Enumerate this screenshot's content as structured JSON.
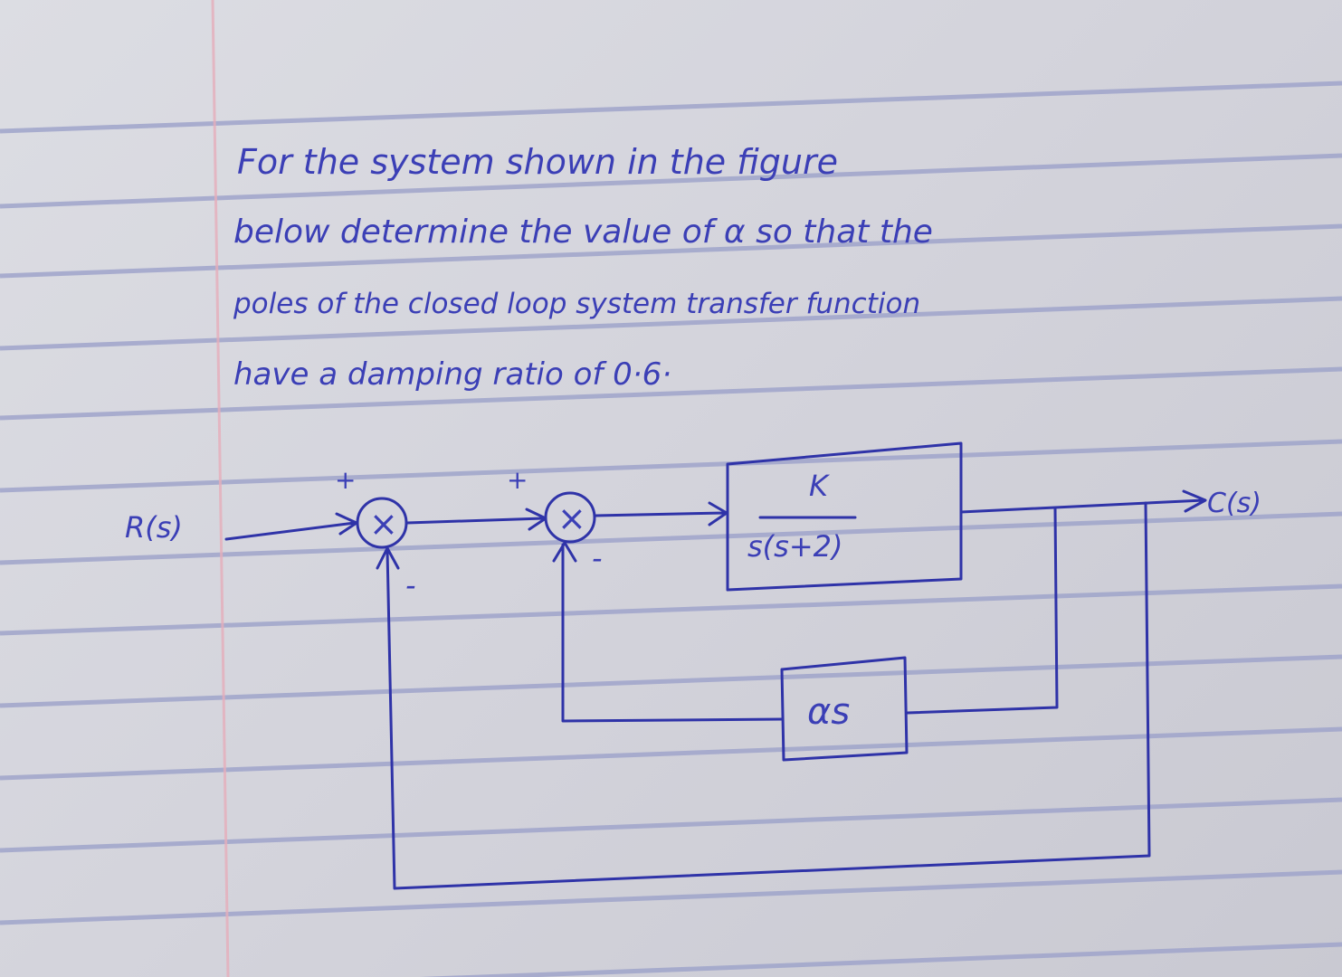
{
  "problem": {
    "lines": [
      "For the system shown in the figure",
      "below determine the value of α so that the",
      "poles of the closed loop system transfer function",
      "have a damping ratio of 0·6·"
    ]
  },
  "diagram": {
    "input_label": "R(s)",
    "output_label": "C(s)",
    "sum1": {
      "symbol": "×",
      "plus": "+",
      "minus": "-"
    },
    "sum2": {
      "symbol": "×",
      "plus": "+",
      "minus": "-"
    },
    "forward_block": {
      "numerator": "K",
      "denominator": "s(s+2)"
    },
    "feedback_block": {
      "label": "αs"
    }
  },
  "colors": {
    "ink": "#2f33a8",
    "rule": "#9fa4c9",
    "margin": "#e3a9b8",
    "paper": "#d6d7de"
  }
}
